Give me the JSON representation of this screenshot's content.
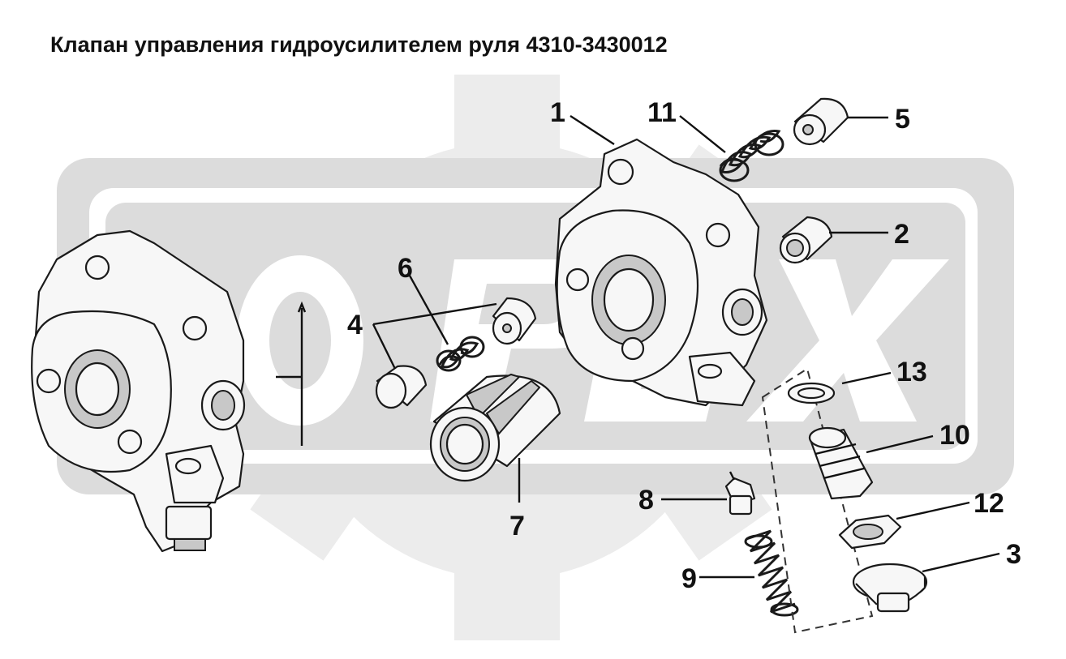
{
  "title": "Клапан управления гидроусилителем руля 4310-3430012",
  "watermark": {
    "text": "ОРЕХ",
    "color": "#dcdcdc"
  },
  "callouts": [
    {
      "id": "1",
      "label": "1"
    },
    {
      "id": "2",
      "label": "2"
    },
    {
      "id": "3",
      "label": "3"
    },
    {
      "id": "4",
      "label": "4"
    },
    {
      "id": "5",
      "label": "5"
    },
    {
      "id": "6",
      "label": "6"
    },
    {
      "id": "7",
      "label": "7"
    },
    {
      "id": "8",
      "label": "8"
    },
    {
      "id": "9",
      "label": "9"
    },
    {
      "id": "10",
      "label": "10"
    },
    {
      "id": "11",
      "label": "11"
    },
    {
      "id": "12",
      "label": "12"
    },
    {
      "id": "13",
      "label": "13"
    }
  ]
}
